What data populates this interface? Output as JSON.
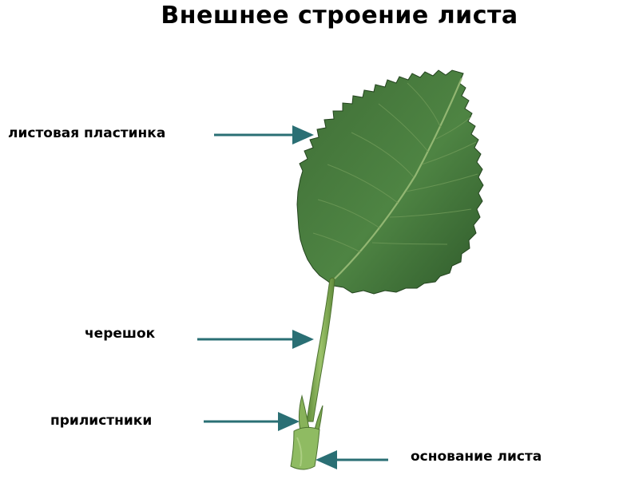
{
  "title": "Внешнее строение листа",
  "labels": {
    "blade": "листовая пластинка",
    "petiole": "черешок",
    "stipules": "прилистники",
    "base": "основание листа"
  },
  "colors": {
    "leaf_dark": "#2f5a2b",
    "leaf_mid": "#467a3c",
    "leaf_light": "#6a9a58",
    "stem": "#7fa84f",
    "arrow": "#2a6f74"
  }
}
